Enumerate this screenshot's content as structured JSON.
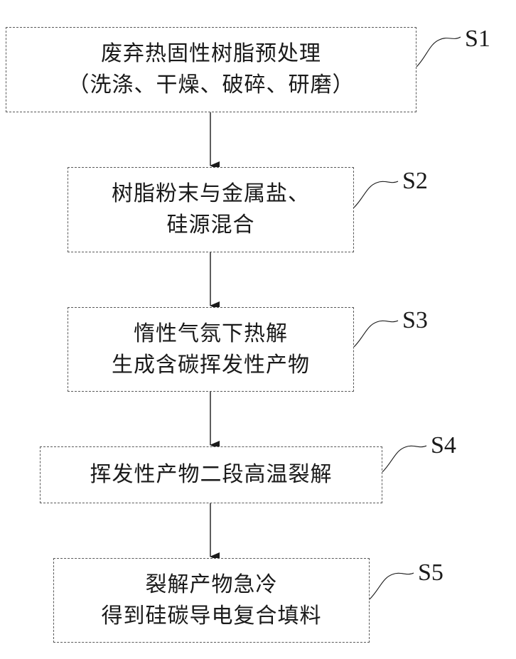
{
  "steps": [
    {
      "label": "S1",
      "lines": [
        "废弃热固性树脂预处理",
        "（洗涤、干燥、破碎、研磨）"
      ]
    },
    {
      "label": "S2",
      "lines": [
        "树脂粉末与金属盐、",
        "硅源混合"
      ]
    },
    {
      "label": "S3",
      "lines": [
        "惰性气氛下热解",
        "生成含碳挥发性产物"
      ]
    },
    {
      "label": "S4",
      "lines": [
        "挥发性产物二段高温裂解"
      ]
    },
    {
      "label": "S5",
      "lines": [
        "裂解产物急冷",
        "得到硅碳导电复合填料"
      ]
    }
  ]
}
